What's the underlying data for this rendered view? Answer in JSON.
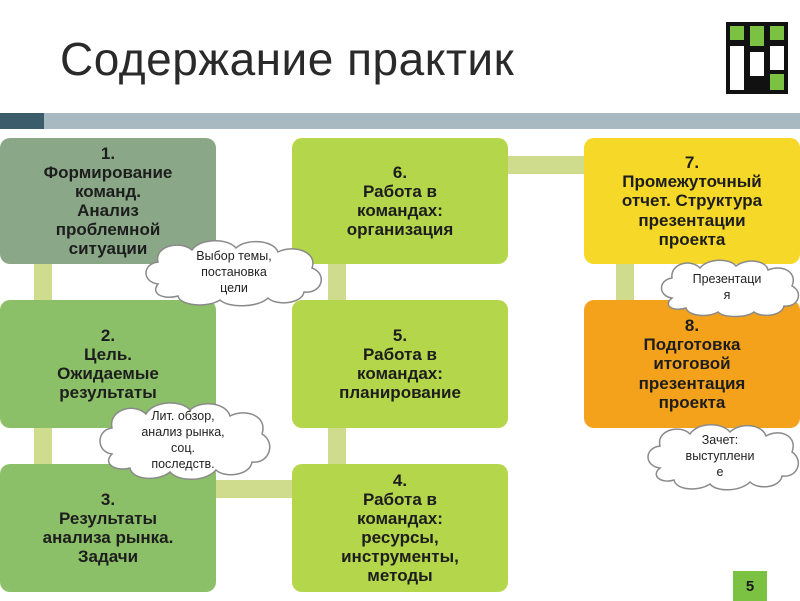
{
  "title": "Содержание практик",
  "page_number": "5",
  "colors": {
    "box_gray_green": "#8aa888",
    "box_green": "#8cc068",
    "box_lime": "#b4d64a",
    "box_yellow": "#f5d828",
    "box_orange": "#f4a21c",
    "header_rule": "#a8b9c1",
    "connector": "#cfdc8e",
    "logo_green": "#7cc242"
  },
  "boxes": [
    {
      "id": "1",
      "text": "1.\nФормирование\nкоманд.\nАнализ\nпроблемной\nситуации"
    },
    {
      "id": "2",
      "text": "2.\nЦель.\nОжидаемые\nрезультаты"
    },
    {
      "id": "3",
      "text": "3.\nРезультаты\nанализа рынка.\nЗадачи"
    },
    {
      "id": "4",
      "text": "4.\nРабота в\nкомандах:\nресурсы,\nинструменты,\nметоды"
    },
    {
      "id": "5",
      "text": "5.\nРабота в\nкомандах:\nпланирование"
    },
    {
      "id": "6",
      "text": "6.\nРабота в\nкомандах:\nорганизация"
    },
    {
      "id": "7",
      "text": "7.\nПромежуточный\nотчет. Структура\nпрезентации\nпроекта"
    },
    {
      "id": "8",
      "text": "8.\nПодготовка\nитоговой\nпрезентация\nпроекта"
    }
  ],
  "clouds": [
    {
      "id": "c1",
      "text": "Выбор темы,\nпостановка\nцели"
    },
    {
      "id": "c2",
      "text": "Лит. обзор,\nанализ рынка,\nсоц.\nпоследств."
    },
    {
      "id": "c3",
      "text": "Презентаци\nя"
    },
    {
      "id": "c4",
      "text": "Зачет:\nвыступлени\nе"
    }
  ]
}
